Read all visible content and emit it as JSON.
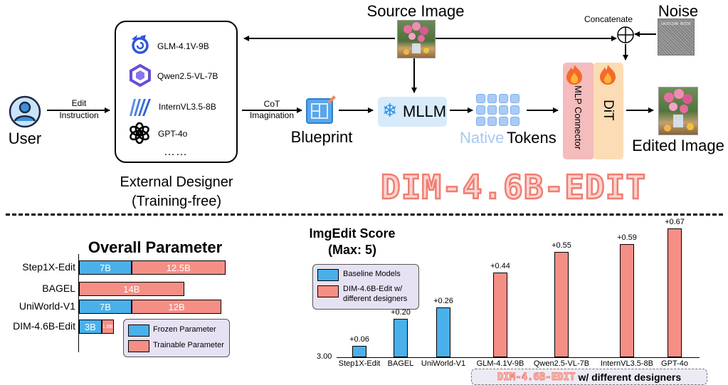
{
  "top": {
    "user_label": "User",
    "edit_instruction_line1": "Edit",
    "edit_instruction_line2": "Instruction",
    "designers": [
      {
        "name": "GLM-4.1V-9B",
        "icon": "glm-logo-icon"
      },
      {
        "name": "Qwen2.5-VL-7B",
        "icon": "qwen-logo-icon"
      },
      {
        "name": "InternVL3.5-8B",
        "icon": "internvl-logo-icon"
      },
      {
        "name": "GPT-4o",
        "icon": "openai-logo-icon"
      }
    ],
    "designer_ellipsis": "……",
    "external_designer_line1": "External Designer",
    "external_designer_line2": "(Training-free)",
    "cot_line1": "CoT",
    "cot_line2": "Imagination",
    "blueprint_label": "Blueprint",
    "source_image_label": "Source Image",
    "mllm_label": "MLLM",
    "native_label": "Native",
    "tokens_label": "Tokens",
    "mlp_connector_label": "MLP Connector",
    "dit_label": "DiT",
    "concatenate_label": "Concatenate",
    "noise_label": "Noise",
    "noise_inner_text": "GAUSSIAN NOISE",
    "edited_image_label": "Edited Image",
    "model_title": "DIM-4.6B-EDIT",
    "colors": {
      "blue": "#4ab0ea",
      "red": "#f58f86",
      "mllm_bg": "#d7ebfa",
      "mlp_bg": "#f4bcbc",
      "dit_bg": "#fbdcb4"
    }
  },
  "chart_data": [
    {
      "type": "bar",
      "orientation": "horizontal",
      "stacked": true,
      "title": "Overall Parameter",
      "categories": [
        "Step1X-Edit",
        "BAGEL",
        "UniWorld-V1",
        "DIM-4.6B-Edit"
      ],
      "series": [
        {
          "name": "Frozen Parameter",
          "color": "#4ab0ea",
          "values": [
            7,
            0,
            7,
            3
          ],
          "labels": [
            "7B",
            "",
            "7B",
            "3B"
          ]
        },
        {
          "name": "Trainable Parameter",
          "color": "#f58f86",
          "values": [
            12.5,
            14,
            12,
            1.6
          ],
          "labels": [
            "12.5B",
            "14B",
            "12B",
            "1.6B"
          ]
        }
      ],
      "legend": "bottom-right"
    },
    {
      "type": "bar",
      "title_line1": "ImgEdit Score",
      "title_line2": "(Max: 5)",
      "categories": [
        "Step1X-Edit",
        "BAGEL",
        "UniWorld-V1",
        "GLM-4.1V-9B",
        "Qwen2.5-VL-7B",
        "InternVL3.5-8B",
        "GPT-4o"
      ],
      "baseline": 3.0,
      "baseline_label": "3.00",
      "gains": [
        0.06,
        0.2,
        0.26,
        0.44,
        0.55,
        0.59,
        0.67
      ],
      "gain_labels": [
        "+0.06",
        "+0.20",
        "+0.26",
        "+0.44",
        "+0.55",
        "+0.59",
        "+0.67"
      ],
      "series_index": [
        0,
        0,
        0,
        1,
        1,
        1,
        1
      ],
      "series": [
        {
          "name": "Baseline Models",
          "color": "#4ab0ea"
        },
        {
          "name": "DIM-4.6B-Edit w/ different designers",
          "name_line1": "DIM-4.6B-Edit w/",
          "name_line2": "different designers",
          "color": "#f58f86"
        }
      ],
      "legend": "top-left",
      "group_label_model": "DIM-4.6B-EDIT",
      "group_label_rest": "w/ different designers"
    }
  ]
}
